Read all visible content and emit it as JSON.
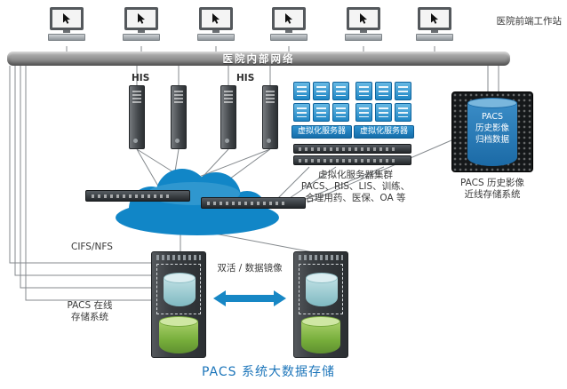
{
  "page_title": "PACS 系统大数据存储",
  "top": {
    "workstations_label": "医院前端工作站"
  },
  "network_bar": {
    "label": "医院内部网络"
  },
  "servers": {
    "his_label_1": "HIS",
    "his_label_2": "HIS"
  },
  "virtualization": {
    "badge_left": "虚拟化服务器",
    "badge_right": "虚拟化服务器",
    "cluster_lines": [
      "虚拟化服务器集群",
      "PACS、RIS、LIS、训练、",
      "合理用药、医保、OA 等"
    ]
  },
  "archive": {
    "drum_lines": [
      "PACS",
      "历史影像",
      "归档数据"
    ],
    "caption_lines": [
      "PACS 历史影像",
      "近线存储系统"
    ]
  },
  "online": {
    "protocol": "CIFS/NFS",
    "caption_lines": [
      "PACS 在线",
      "存储系统"
    ],
    "mirror_label": "双活 / 数据镜像"
  },
  "colors": {
    "cloud_blue": "#1186c7",
    "server_blue": "#1f86c4",
    "title_blue": "#1c75ba",
    "storage_green": "#76ad3a",
    "storage_teal": "#8fc3ca",
    "network_gray": "#909090"
  }
}
